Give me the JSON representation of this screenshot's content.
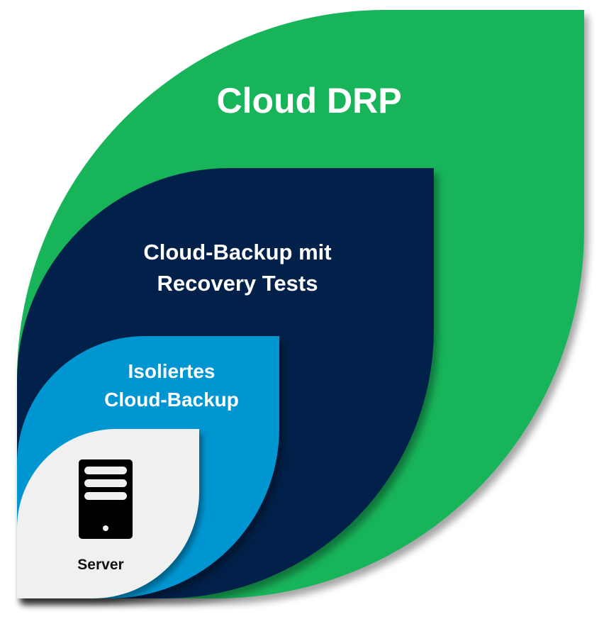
{
  "layers": {
    "cloud_drp": {
      "label": "Cloud DRP",
      "color": "#18B45A"
    },
    "recovery_tests": {
      "label_line1": "Cloud-Backup mit",
      "label_line2": "Recovery Tests",
      "color": "#02214A"
    },
    "isolated_backup": {
      "label_line1": "Isoliertes",
      "label_line2": "Cloud-Backup",
      "color": "#0096D2"
    },
    "server": {
      "label": "Server",
      "color": "#F0F0F0",
      "icon": "server-icon"
    }
  }
}
